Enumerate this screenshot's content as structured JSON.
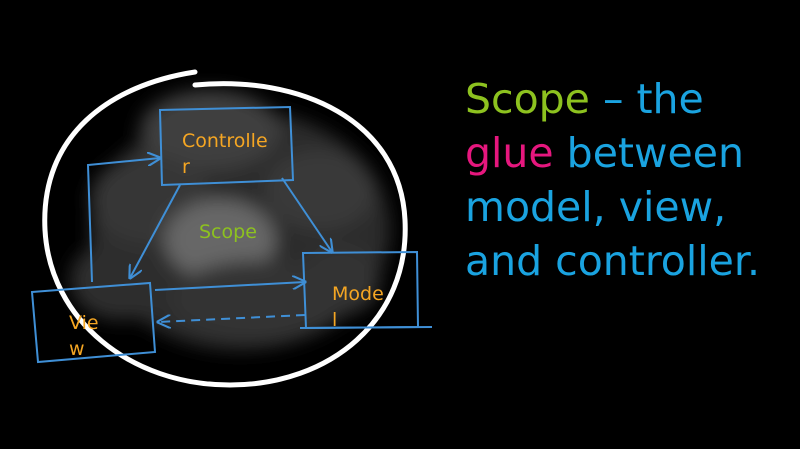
{
  "diagram": {
    "nodes": {
      "controller": "Controller",
      "model": "Model",
      "view": "View",
      "scope": "Scope"
    },
    "edges": [
      {
        "from": "controller",
        "to": "view",
        "style": "solid"
      },
      {
        "from": "controller",
        "to": "model",
        "style": "solid"
      },
      {
        "from": "view",
        "to": "controller",
        "style": "solid"
      },
      {
        "from": "view",
        "to": "model",
        "style": "solid"
      },
      {
        "from": "model",
        "to": "view",
        "style": "dashed"
      }
    ]
  },
  "headline": {
    "part1": "Scope",
    "part2": " – the ",
    "part3": "glue",
    "part4": " between model, view, and controller."
  },
  "colors": {
    "background": "#000000",
    "box_stroke": "#3f8fd6",
    "node_label": "#f5a623",
    "scope_label": "#8dc21f",
    "headline_blue": "#1aa3e0",
    "headline_green": "#8dc21f",
    "headline_pink": "#e6177e",
    "circle": "#ffffff"
  }
}
